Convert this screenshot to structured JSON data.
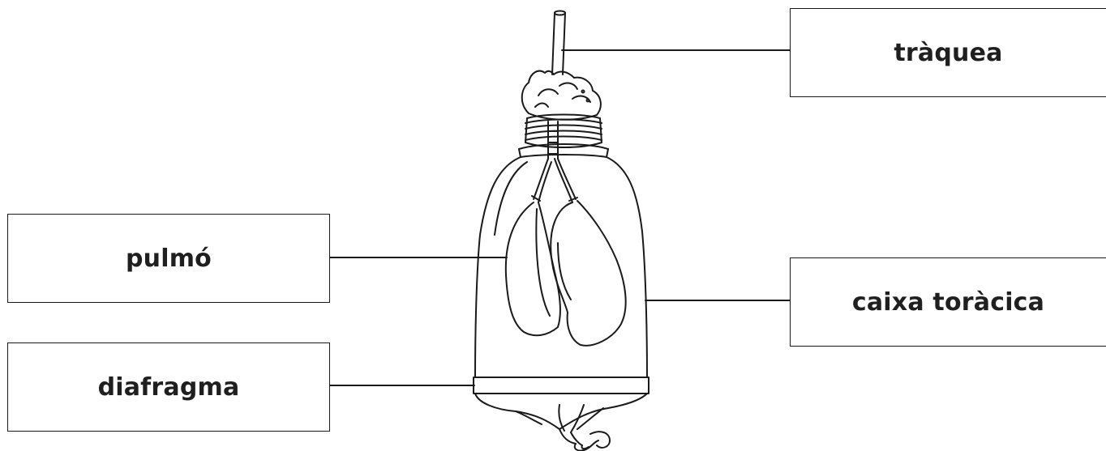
{
  "labels": {
    "trachea": "tràquea",
    "lung": "pulmó",
    "ribcage": "caixa toràcica",
    "diaphragm": "diafragma"
  },
  "colors": {
    "line": "#1a1a1a",
    "background": "#ffffff"
  },
  "illustration": {
    "subject": "bottle-lung-model",
    "parts": [
      "straw",
      "clay-seal",
      "bottle-neck",
      "bronchi",
      "balloons",
      "bottle-body",
      "rubber-membrane",
      "membrane-knot"
    ]
  }
}
